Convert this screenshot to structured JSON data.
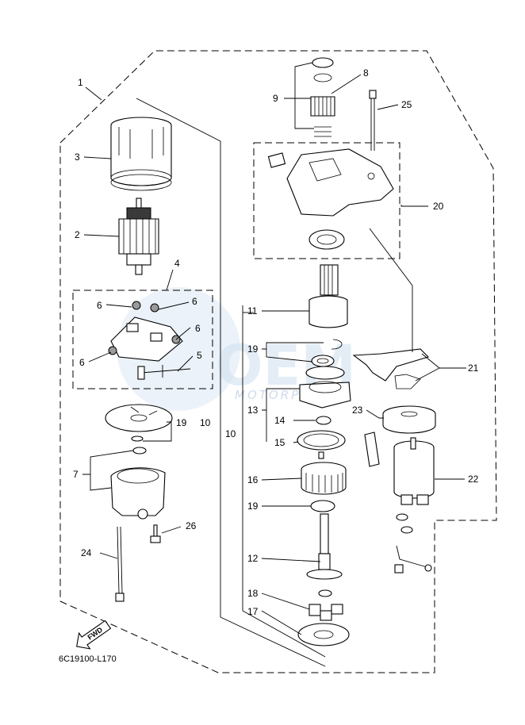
{
  "diagram": {
    "caption": "6C19100-L170",
    "fwd_label": "FWD",
    "watermark": {
      "main": "OEM",
      "sub": "MOTORPARTS"
    },
    "callouts": {
      "c1": "1",
      "c2": "2",
      "c3": "3",
      "c4": "4",
      "c5": "5",
      "c6a": "6",
      "c6b": "6",
      "c6c": "6",
      "c6d": "6",
      "c7": "7",
      "c8": "8",
      "c9": "9",
      "c10": "10",
      "c10b": "10",
      "c11": "11",
      "c12": "12",
      "c13": "13",
      "c14": "14",
      "c15": "15",
      "c16": "16",
      "c17": "17",
      "c18": "18",
      "c19a": "19",
      "c19b": "19",
      "c19c": "19",
      "c20": "20",
      "c21": "21",
      "c22": "22",
      "c23": "23",
      "c24": "24",
      "c25": "25",
      "c26": "26"
    },
    "colors": {
      "line": "#000000",
      "background": "#ffffff",
      "watermark": "#cfe0f0"
    }
  }
}
